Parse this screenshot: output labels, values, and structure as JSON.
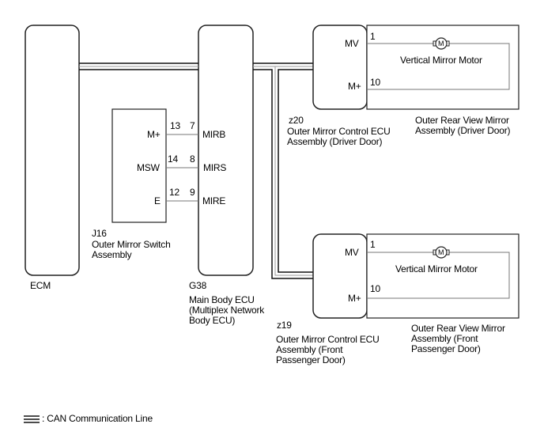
{
  "components": {
    "ecm": {
      "label": "ECM"
    },
    "main_body_ecu": {
      "code": "G38",
      "name": "Main Body ECU\n(Multiplex Network\nBody ECU)"
    },
    "switch": {
      "code": "J16",
      "name": "Outer Mirror Switch\nAssembly",
      "pins": [
        {
          "name": "M+",
          "pin": "13"
        },
        {
          "name": "MSW",
          "pin": "14"
        },
        {
          "name": "E",
          "pin": "12"
        }
      ]
    },
    "main_body_pins": [
      {
        "name": "MIRB",
        "pin": "7"
      },
      {
        "name": "MIRS",
        "pin": "8"
      },
      {
        "name": "MIRE",
        "pin": "9"
      }
    ],
    "driver_ecu": {
      "code": "z20",
      "name": "Outer Mirror Control ECU\nAssembly (Driver Door)",
      "pins": [
        "MV",
        "M+"
      ]
    },
    "driver_mirror": {
      "name": "Outer Rear View Mirror\nAssembly (Driver Door)",
      "motor": "Vertical Mirror Motor",
      "pins": [
        "1",
        "10"
      ],
      "motor_symbol": "M"
    },
    "passenger_ecu": {
      "code": "z19",
      "name": "Outer Mirror Control ECU\nAssembly (Front\nPassenger Door)",
      "pins": [
        "MV",
        "M+"
      ]
    },
    "passenger_mirror": {
      "name": "Outer Rear View Mirror\nAssembly (Front\nPassenger Door)",
      "motor": "Vertical Mirror Motor",
      "pins": [
        "1",
        "10"
      ],
      "motor_symbol": "M"
    }
  },
  "legend": {
    "icon": "can-line-icon",
    "text": ": CAN Communication Line"
  }
}
